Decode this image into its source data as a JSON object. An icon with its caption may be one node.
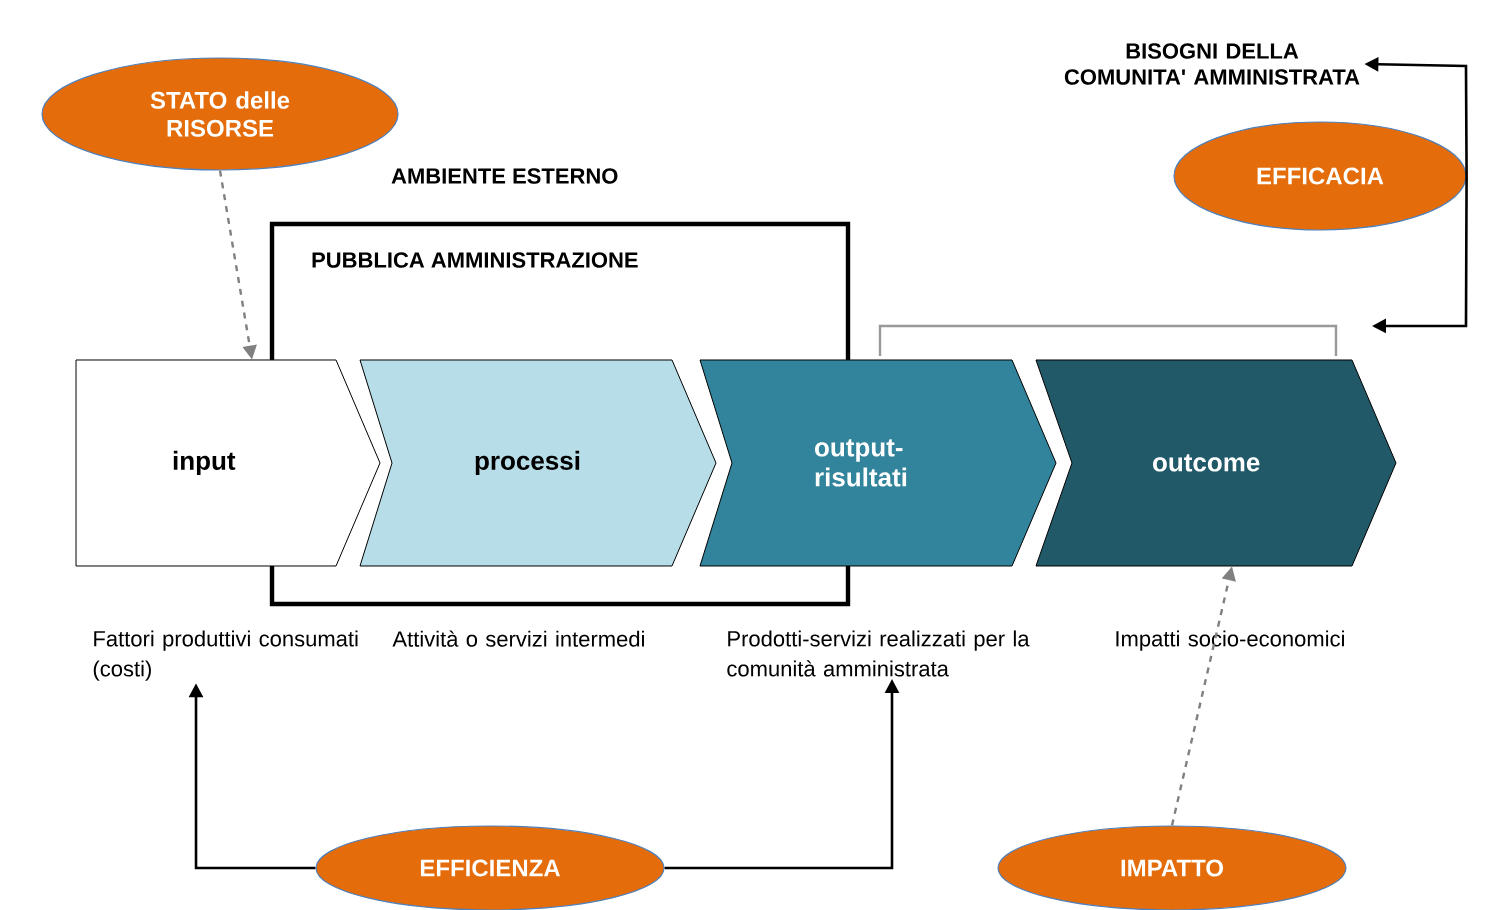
{
  "diagram": {
    "nodes": [
      {
        "text": [
          "STATO delle RISORSE"
        ]
      },
      {
        "text": [
          "BISOGNI DELLA COMUNITA' AMMINISTRATA"
        ]
      },
      {
        "text": [
          "EFFICACIA"
        ]
      },
      {
        "text": [
          "PUBBLICA AMMINISTRAZIONE"
        ]
      },
      {
        "text": [
          "input"
        ]
      },
      {
        "text": [
          "processi"
        ],
        "in": 3
      },
      {
        "text": [
          "output- risultati"
        ]
      },
      {
        "text": [
          "outcome"
        ]
      },
      {
        "text": [
          "Fattori produttivi consumati (costi)"
        ]
      },
      {
        "text": [
          "Attività o servizi intermedi"
        ]
      },
      {
        "text": [
          "Prodotti-servizi realizzati per la comunità amministrata"
        ]
      },
      {
        "text": [
          "Impatti socio-economici"
        ]
      },
      {
        "text": [
          "EFFICIENZA"
        ]
      },
      {
        "text": [
          "IMPATTO"
        ]
      }
    ],
    "edges": [
      {
        "from": 0,
        "to": 4,
        "arrow": "to",
        "style": "dashed",
        "color": "#808080"
      },
      {
        "from": 2,
        "to": 1,
        "arrow": "to"
      },
      {
        "from": 2,
        "to": null,
        "arrow": "to"
      },
      {
        "from": 12,
        "to": 8,
        "arrow": "to"
      },
      {
        "from": 12,
        "to": 10,
        "arrow": "to"
      },
      {
        "from": 13,
        "to": 7,
        "arrow": "to",
        "style": "dashed",
        "color": "#808080"
      }
    ],
    "labels": [
      "AMBIENTE ESTERNO"
    ]
  }
}
